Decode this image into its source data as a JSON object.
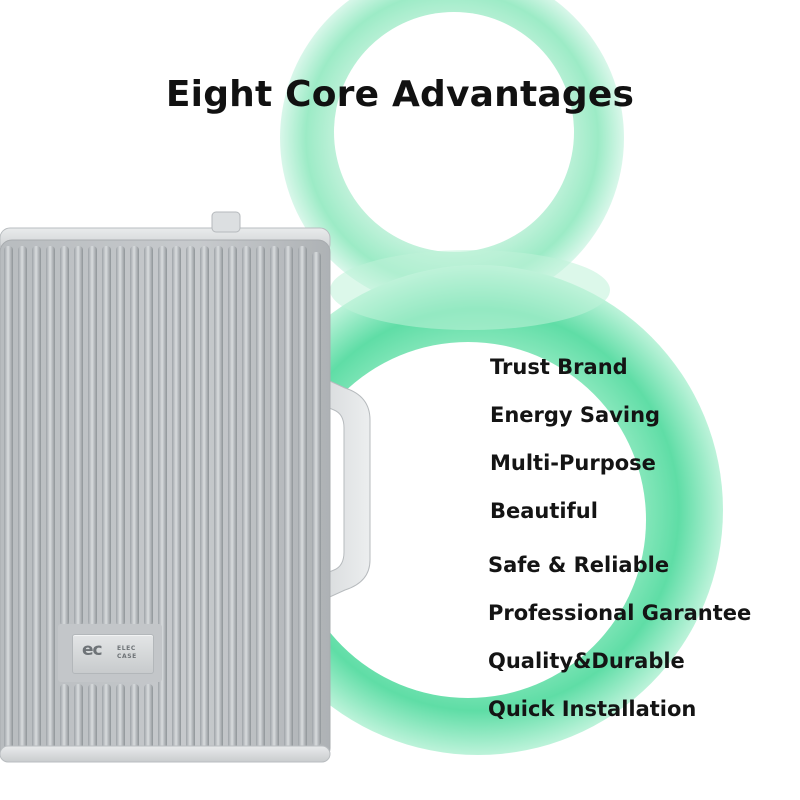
{
  "title": "Eight Core Advantages",
  "advantages": [
    "Trust Brand",
    "Energy Saving",
    "Multi-Purpose",
    "Beautiful",
    "Safe & Reliable",
    "Professional Garantee",
    "Quality&Durable",
    "Quick Installation"
  ],
  "product_badge": {
    "logo": "ec",
    "line1": "ELEC",
    "line2": "CASE"
  },
  "colors": {
    "accent_green": "#6fe3b1",
    "accent_green_light": "#bff2d9",
    "enclosure_gray": "#bcc0c3",
    "text": "#141414",
    "background": "#ffffff"
  }
}
